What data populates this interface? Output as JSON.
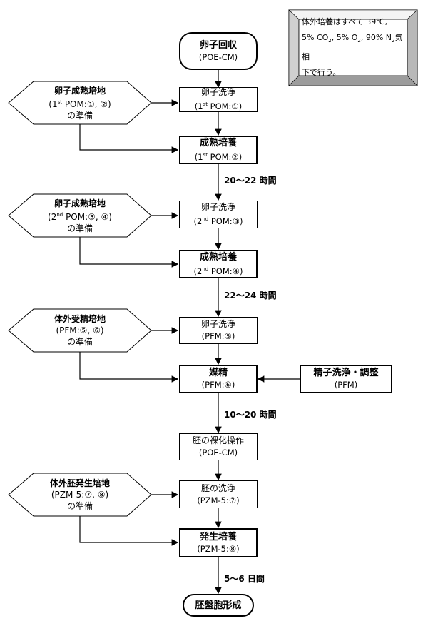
{
  "note": {
    "line1": "体外培養はすべて 39℃,",
    "line2_a": "5% CO",
    "line2_s1": "2",
    "line2_b": ", 5% O",
    "line2_s2": "2",
    "line2_c": ", 90% N",
    "line2_s3": "2",
    "line2_d": "気相",
    "line3": "下で行う。"
  },
  "start": {
    "title": "卵子回収",
    "sub": "(POE-CM)"
  },
  "prep1": {
    "title": "卵子成熟培地",
    "sub_a": "(1",
    "sub_sup": "st",
    "sub_b": " POM:①, ②)",
    "end": "の準備"
  },
  "wash1": {
    "title": "卵子洗浄",
    "sub_a": "(1",
    "sub_sup": "st",
    "sub_b": " POM:①)"
  },
  "mat1": {
    "title": "成熟培養",
    "sub_a": "(1",
    "sub_sup": "st",
    "sub_b": " POM:②)"
  },
  "dur1": "20～22 時間",
  "prep2": {
    "title": "卵子成熟培地",
    "sub_a": "(2",
    "sub_sup": "nd",
    "sub_b": " POM:③, ④)",
    "end": "の準備"
  },
  "wash2": {
    "title": "卵子洗浄",
    "sub_a": "(2",
    "sub_sup": "nd",
    "sub_b": " POM:③)"
  },
  "mat2": {
    "title": "成熟培養",
    "sub_a": "(2",
    "sub_sup": "nd",
    "sub_b": " POM:④)"
  },
  "dur2": "22～24 時間",
  "prep3": {
    "title": "体外受精培地",
    "sub": "(PFM:⑤, ⑥)",
    "end": "の準備"
  },
  "wash3": {
    "title": "卵子洗浄",
    "sub": "(PFM:⑤)"
  },
  "fert": {
    "title": "媒精",
    "sub": "(PFM:⑥)"
  },
  "sperm": {
    "title": "精子洗浄・調整",
    "sub": "(PFM)"
  },
  "dur3": "10～20 時間",
  "denude": {
    "title": "胚の裸化操作",
    "sub": "(POE-CM)"
  },
  "prep4": {
    "title": "体外胚発生培地",
    "sub": "(PZM-5:⑦, ⑧)",
    "end": "の準備"
  },
  "wash4": {
    "title": "胚の洗浄",
    "sub": "(PZM-5:⑦)"
  },
  "dev": {
    "title": "発生培養",
    "sub": "(PZM-5:⑧)"
  },
  "dur4": "5～6 日間",
  "end": {
    "title": "胚盤胞形成"
  }
}
